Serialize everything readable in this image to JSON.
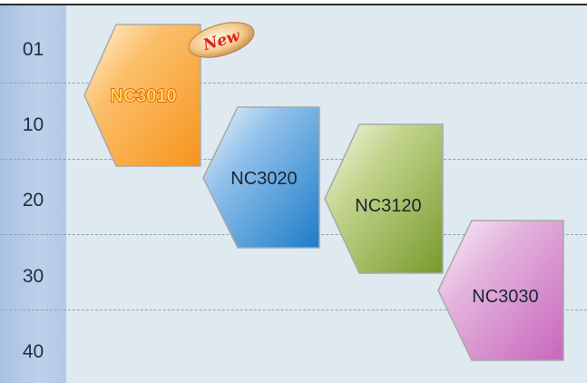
{
  "rows": [
    "01",
    "10",
    "20",
    "30",
    "40"
  ],
  "products": [
    {
      "label": "NC3010",
      "color": "#f7a23a",
      "new": true
    },
    {
      "label": "NC3020",
      "color": "#3f8fd4"
    },
    {
      "label": "NC3120",
      "color": "#8fae45"
    },
    {
      "label": "NC3030",
      "color": "#d17ac6"
    }
  ],
  "badge": "New",
  "colors": {
    "background": "#deeaf0",
    "rail": "#b3c9e6",
    "new_badge_text": "#d8251c",
    "new_label_fill": "#ffd84a",
    "new_label_stroke": "#e0291c"
  }
}
